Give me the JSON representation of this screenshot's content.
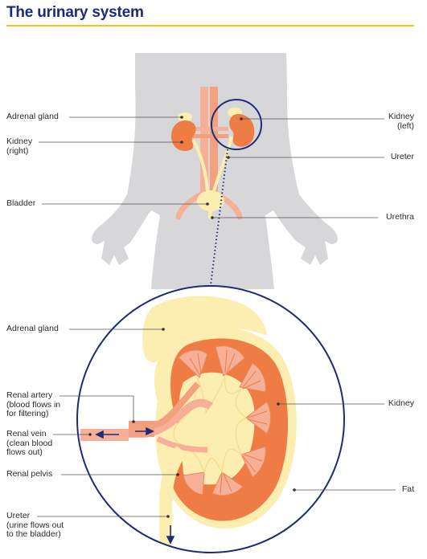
{
  "title": "The urinary system",
  "colors": {
    "navy": "#1e2a7a",
    "accent_yellow": "#f7c31a",
    "body_grey": "#d7d7d9",
    "kidney_orange": "#ef7b45",
    "vessel_salmon": "#f6b097",
    "fat_yellow": "#fbeeb0"
  },
  "labels": {
    "adrenal_gland_top": "Adrenal gland",
    "kidney_right": "Kidney\n(right)",
    "bladder": "Bladder",
    "kidney_left": "Kidney\n(left)",
    "ureter_top": "Ureter",
    "urethra": "Urethra",
    "adrenal_gland_detail": "Adrenal gland",
    "renal_artery": "Renal artery\n(blood flows in\nfor filtering)",
    "renal_vein": "Renal vein\n(clean blood\nflows out)",
    "renal_pelvis": "Renal pelvis",
    "ureter_detail": "Ureter\n(urine flows out\nto the bladder)",
    "kidney_detail": "Kidney",
    "fat": "Fat"
  }
}
